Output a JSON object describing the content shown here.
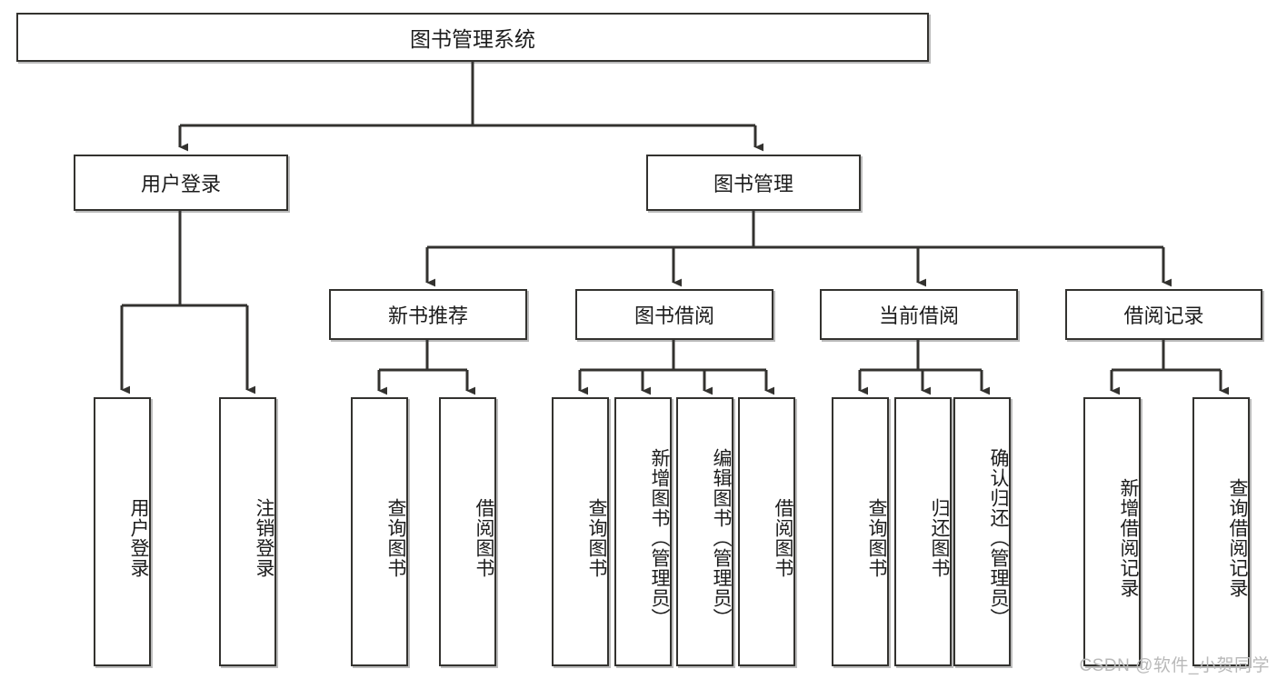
{
  "diagram": {
    "type": "tree-hierarchy",
    "title": "图书管理系统",
    "watermark": "CSDN @软件_小贺同学",
    "colors": {
      "stroke": "#33322f",
      "fill": "#ffffff",
      "text": "#1c1c1c",
      "watermark": "#b9b9b9"
    },
    "levels": {
      "root": {
        "label": "图书管理系统"
      },
      "level2": [
        {
          "id": "user-login",
          "label": "用户登录"
        },
        {
          "id": "book-manage",
          "label": "图书管理"
        }
      ],
      "level3": [
        {
          "id": "new-book-rec",
          "label": "新书推荐"
        },
        {
          "id": "book-borrow",
          "label": "图书借阅"
        },
        {
          "id": "current-borrow",
          "label": "当前借阅"
        },
        {
          "id": "borrow-record",
          "label": "借阅记录"
        }
      ],
      "leaves": {
        "user-login": [
          {
            "id": "leaf-user-login",
            "label": "用户登录"
          },
          {
            "id": "leaf-logout",
            "label": "注销登录"
          }
        ],
        "new-book-rec": [
          {
            "id": "leaf-query-book-1",
            "label": "查询图书"
          },
          {
            "id": "leaf-borrow-book-1",
            "label": "借阅图书"
          }
        ],
        "book-borrow": [
          {
            "id": "leaf-query-book-2",
            "label": "查询图书"
          },
          {
            "id": "leaf-add-book",
            "label": "新增图书（管理员）"
          },
          {
            "id": "leaf-edit-book",
            "label": "编辑图书（管理员）"
          },
          {
            "id": "leaf-borrow-book-2",
            "label": "借阅图书"
          }
        ],
        "current-borrow": [
          {
            "id": "leaf-query-book-3",
            "label": "查询图书"
          },
          {
            "id": "leaf-return-book",
            "label": "归还图书"
          },
          {
            "id": "leaf-confirm-return",
            "label": "确认归还（管理员）"
          }
        ],
        "borrow-record": [
          {
            "id": "leaf-add-record",
            "label": "新增借阅记录"
          },
          {
            "id": "leaf-query-record",
            "label": "查询借阅记录"
          }
        ]
      }
    }
  }
}
